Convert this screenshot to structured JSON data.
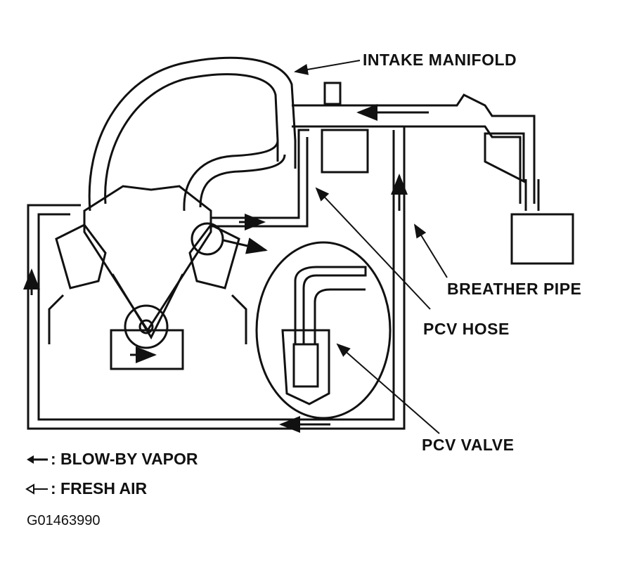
{
  "labels": {
    "intake_manifold": "INTAKE MANIFOLD",
    "breather_pipe": "BREATHER PIPE",
    "pcv_hose": "PCV HOSE",
    "pcv_valve": "PCV VALVE"
  },
  "legend": {
    "blow_by_symbol": "solid-arrow-icon",
    "blow_by_text": ": BLOW-BY VAPOR",
    "fresh_air_symbol": "hollow-arrow-icon",
    "fresh_air_text": ": FRESH AIR"
  },
  "figure_id": "G01463990",
  "colors": {
    "ink": "#111111",
    "paper": "#ffffff"
  }
}
